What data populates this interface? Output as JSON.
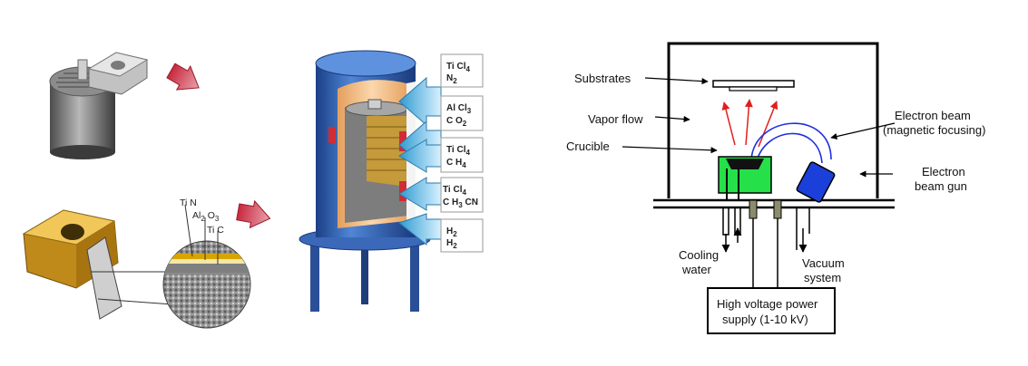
{
  "cvd": {
    "layers": {
      "l1": "Ti N",
      "l2": "Al",
      "l2sub": "2",
      "l2b": " O",
      "l2bsub": "3",
      "l3": "Ti C"
    },
    "gas1": {
      "a": "Ti Cl",
      "asub": "4",
      "b": "N",
      "bsub": "2"
    },
    "gas2": {
      "a": "Al Cl",
      "asub": "3",
      "b": "C O",
      "bsub": "2"
    },
    "gas3": {
      "a": "Ti Cl",
      "asub": "4",
      "b": "C H",
      "bsub": "4"
    },
    "gas4": {
      "a": "Ti Cl",
      "asub": "4",
      "b": "C H",
      "bsub": "3",
      "bc": " CN"
    },
    "gas5": {
      "a": "H",
      "asub": "2",
      "b": "H",
      "bsub": "2"
    }
  },
  "pvd": {
    "substrates": "Substrates",
    "vapor_flow": "Vapor flow",
    "crucible": "Crucible",
    "electron_beam_1": "Electron beam",
    "electron_beam_2": "(magnetic focusing)",
    "electron_gun_1": "Electron",
    "electron_gun_2": "beam gun",
    "cooling_1": "Cooling",
    "cooling_2": "water",
    "vacuum_1": "Vacuum",
    "vacuum_2": "system",
    "power_1": "High voltage power",
    "power_2": "supply (1-10 kV)"
  }
}
